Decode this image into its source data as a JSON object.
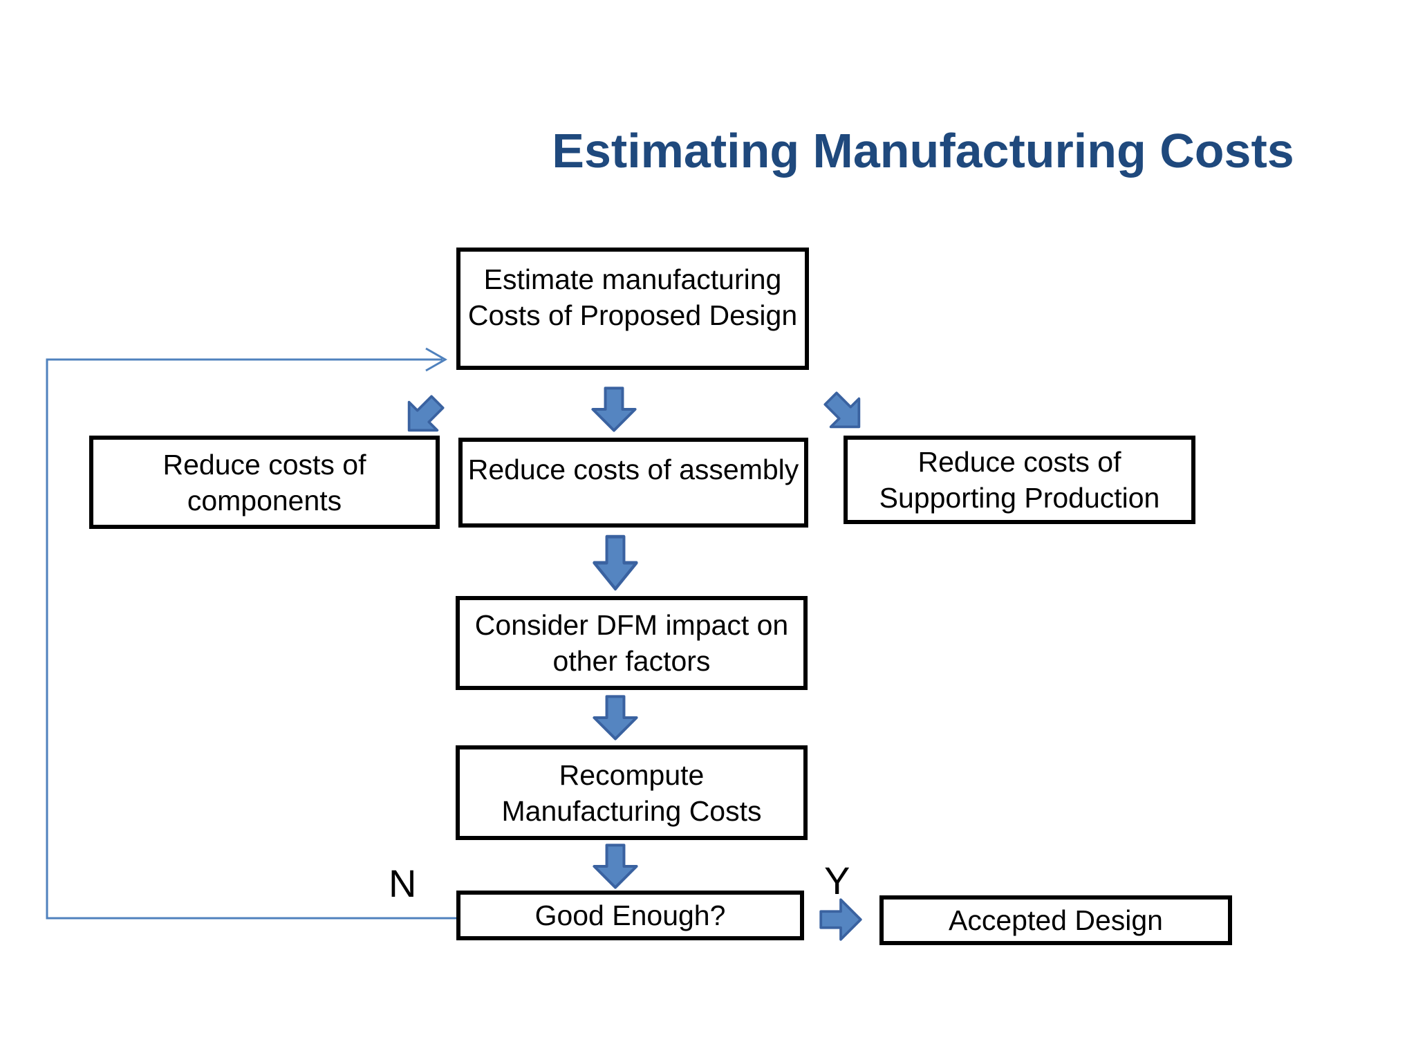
{
  "title": {
    "text": "Estimating Manufacturing Costs"
  },
  "nodes": {
    "estimate": {
      "lines": [
        "Estimate manufacturing",
        "Costs of Proposed Design"
      ]
    },
    "reduce_components": {
      "lines": [
        "Reduce costs of",
        "components"
      ]
    },
    "reduce_assembly": {
      "lines": [
        "Reduce costs of assembly"
      ]
    },
    "reduce_supporting": {
      "lines": [
        "Reduce costs of",
        "Supporting Production"
      ]
    },
    "dfm_impact": {
      "lines": [
        "Consider DFM impact on",
        "other factors"
      ]
    },
    "recompute": {
      "lines": [
        "Recompute",
        "Manufacturing Costs"
      ]
    },
    "good_enough": {
      "lines": [
        "Good Enough?"
      ]
    },
    "accepted_design": {
      "lines": [
        "Accepted Design"
      ]
    }
  },
  "decision_labels": {
    "no": "N",
    "yes": "Y"
  },
  "icons": {
    "down_arrow": "block-arrow-down",
    "diag_left_arrow": "block-arrow-down-left",
    "diag_right_arrow": "block-arrow-down-right",
    "right_arrow": "block-arrow-right",
    "feedback_loop": "thin-arrow-connector"
  },
  "colors": {
    "accent_fill": "#5585C1",
    "accent_stroke": "#3A62A0",
    "connector": "#4F81BD",
    "title_color": "#1F497D",
    "box_border": "#000000"
  }
}
